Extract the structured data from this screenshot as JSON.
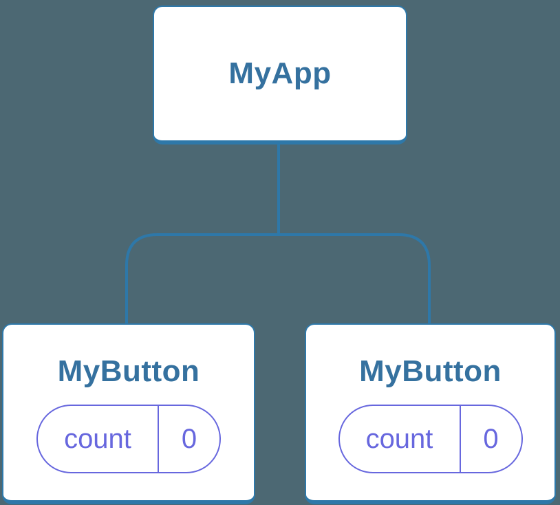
{
  "diagram": {
    "type": "component-tree",
    "root": {
      "label": "MyApp"
    },
    "children": [
      {
        "label": "MyButton",
        "state": {
          "key": "count",
          "value": "0"
        }
      },
      {
        "label": "MyButton",
        "state": {
          "key": "count",
          "value": "0"
        }
      }
    ]
  },
  "colors": {
    "bg": "#4C6873",
    "line": "#2E78A9",
    "heading": "#35719F",
    "purple": "#6767DE",
    "node_bg": "#FFFFFF"
  }
}
